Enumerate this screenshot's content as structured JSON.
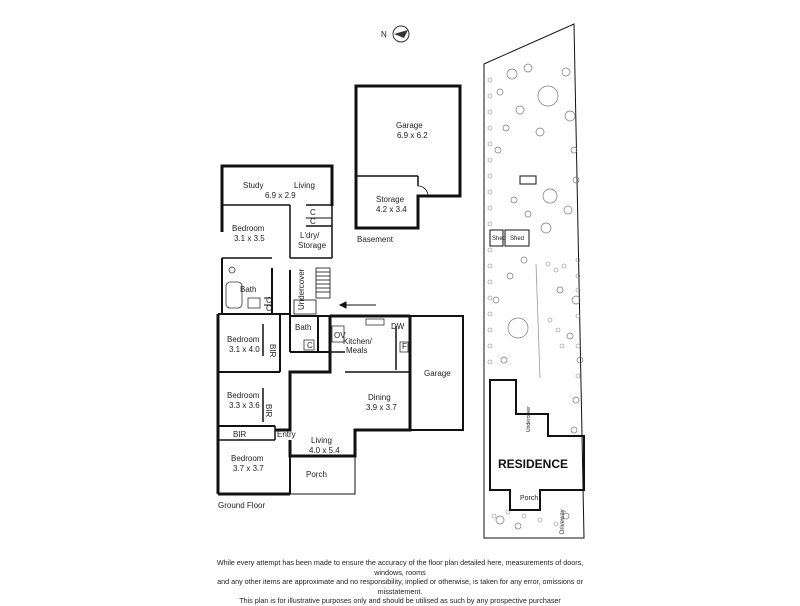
{
  "compass": {
    "label": "N"
  },
  "rooms": {
    "study": "Study",
    "living_upper": "Living",
    "study_living_dims": "6.9 x 2.9",
    "bedroom_top": "Bedroom",
    "bedroom_top_dims": "3.1 x 3.5",
    "laundry": "L'dry/",
    "laundry2": "Storage",
    "cupboard": "C",
    "bath": "Bath",
    "undercover": "Undercover",
    "bath_small": "Bath",
    "bedroom_mid": "Bedroom",
    "bedroom_mid_dims": "3.1 x 4.0",
    "bir": "BIR",
    "kitchen": "Kitchen/",
    "meals": "Meals",
    "ov": "OV",
    "dw": "DW",
    "fridge": "F",
    "garage_side": "Garage",
    "bedroom_3": "Bedroom",
    "bedroom_3_dims": "3.3 x 3.6",
    "living": "Living",
    "living_dims": "4.0 x 5.4",
    "dining": "Dining",
    "dining_dims": "3.9 x 3.7",
    "entry": "Entry",
    "bedroom_4": "Bedroom",
    "bedroom_4_dims": "3.7 x 3.7",
    "porch": "Porch",
    "ground_floor": "Ground Floor",
    "garage_base": "Garage",
    "garage_base_dims": "6.9 x 6.2",
    "storage": "Storage",
    "storage_dims": "4.2 x 3.4",
    "basement": "Basement"
  },
  "site": {
    "shed1": "Shed",
    "shed2": "Shed",
    "residence": "RESIDENCE",
    "undercover": "Undercover",
    "porch": "Porch",
    "driveway": "Driveway"
  },
  "disclaimer": [
    "While every attempt has been made to ensure the accuracy of the floor plan detailed here, measurements of doors, windows, rooms",
    "and any other items are approximate and no responsibility, implied or otherwise, is taken for any error, omissions or misstatement.",
    "This plan is for illustrative purposes only and should be utilised as such by any prospective purchaser"
  ]
}
